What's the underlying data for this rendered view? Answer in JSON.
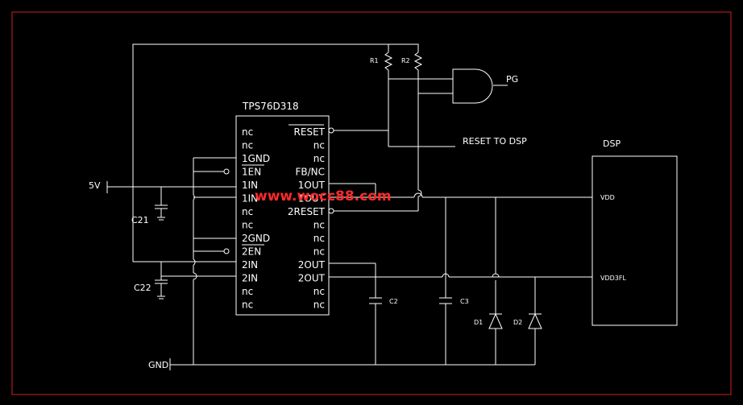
{
  "colors": {
    "background": "#000000",
    "border": "#cc2222",
    "line": "#ffffff",
    "watermark": "#ff2a2a"
  },
  "ic": {
    "name": "TPS76D318",
    "left_pins": [
      "nc",
      "nc",
      "1GND",
      "1EN",
      "1IN",
      "1IN",
      "nc",
      "nc",
      "2GND",
      "2EN",
      "2IN",
      "2IN",
      "nc",
      "nc"
    ],
    "right_pins": [
      "RESET",
      "nc",
      "nc",
      "FB/NC",
      "1OUT",
      "1OUT",
      "2RESET",
      "nc",
      "nc",
      "nc",
      "2OUT",
      "2OUT",
      "nc",
      "nc"
    ]
  },
  "dsp": {
    "title": "DSP",
    "pins": [
      "VDD",
      "VDD3FL"
    ]
  },
  "labels": {
    "r1": "R1",
    "r2": "R2",
    "pg": "PG",
    "reset_to_dsp": "RESET TO  DSP",
    "v5": "5V",
    "gnd": "GND",
    "c21": "C21",
    "c22": "C22",
    "c2": "C2",
    "c3": "C3",
    "d1": "D1",
    "d2": "D2"
  },
  "watermark": "www.wocc88.com"
}
